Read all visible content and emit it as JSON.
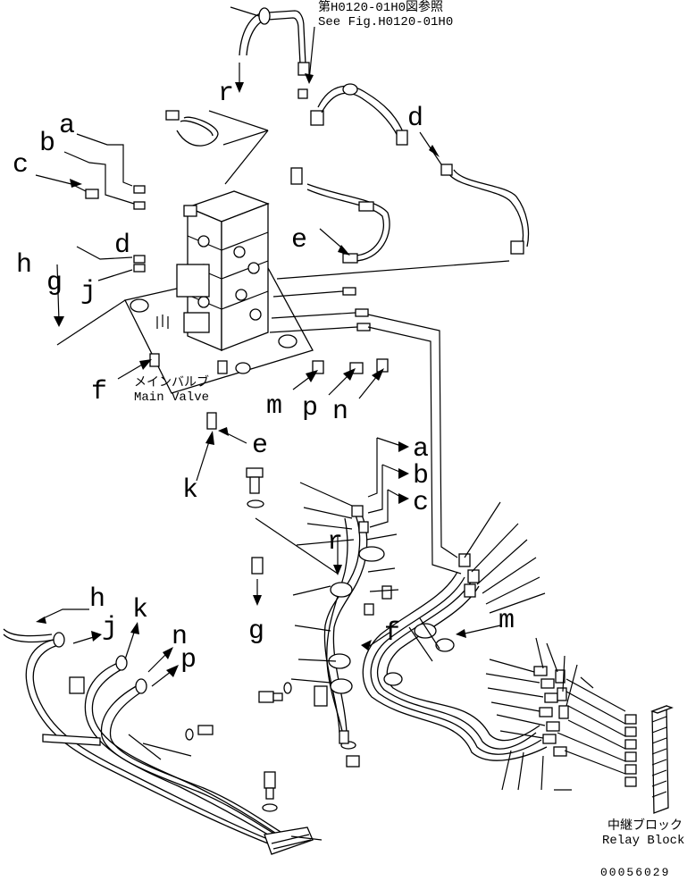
{
  "diagram": {
    "references": {
      "see_fig_jp": "第H0120-01H0図参照",
      "see_fig_en": "See Fig.H0120-01H0"
    },
    "parts": {
      "main_valve_jp": "メインバルブ",
      "main_valve_en": "Main Valve",
      "relay_block_jp": "中継ブロック",
      "relay_block_en": "Relay Block"
    },
    "callouts": {
      "r": "r",
      "a": "a",
      "b": "b",
      "c": "c",
      "d": "d",
      "e": "e",
      "f": "f",
      "g": "g",
      "h": "h",
      "j": "j",
      "k": "k",
      "m": "m",
      "n": "n",
      "p": "p"
    },
    "drawing_number": "00056029"
  }
}
